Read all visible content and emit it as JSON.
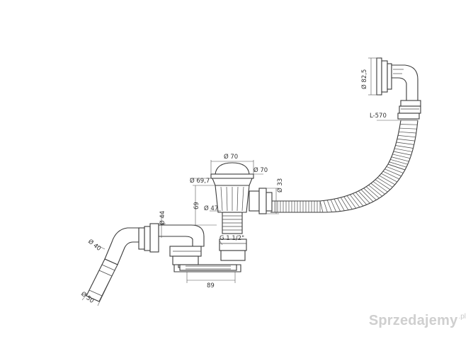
{
  "drawing": {
    "dimensions": {
      "d_82_5": "Ø 82,5",
      "l_570": "L-570",
      "d_70_top": "Ø 70",
      "d_70_side": "Ø 70",
      "d_69_7": "Ø 69,7",
      "d_33": "Ø 33",
      "h_69": "69",
      "d_47": "Ø 47",
      "thread": "G 1 1/2\"",
      "d_44": "Ø 44",
      "d_40": "Ø 40",
      "d_50": "Ø 50",
      "w_89": "89"
    }
  },
  "watermark": {
    "text": "Sprzedajemy",
    "suffix": ".pl"
  }
}
